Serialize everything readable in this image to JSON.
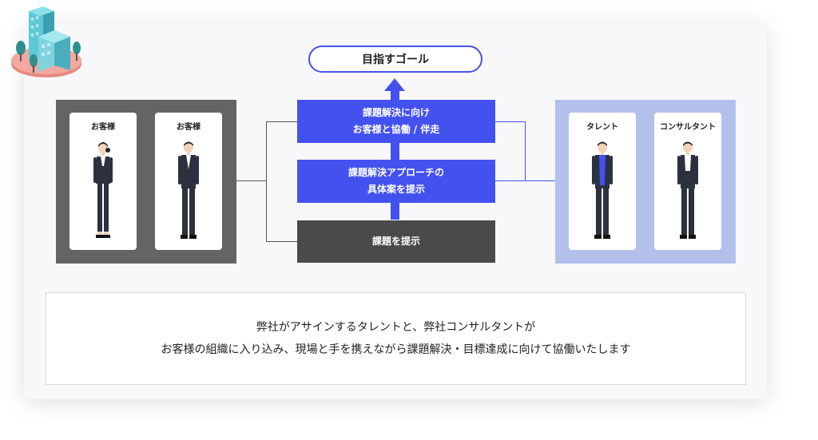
{
  "goal": "目指すゴール",
  "steps": [
    {
      "line1": "課題解決に向け",
      "line2": "お客様と協働 / 伴走"
    },
    {
      "line1": "課題解決アプローチの",
      "line2": "具体案を提示"
    },
    {
      "line1": "課題を提示"
    }
  ],
  "clients": [
    "お客様",
    "お客様"
  ],
  "talents": [
    "タレント",
    "コンサルタント"
  ],
  "description": {
    "line1": "弊社がアサインするタレントと、弊社コンサルタントが",
    "line2": "お客様の組織に入り込み、現場と手を携えながら課題解決・目標達成に向けて協働いたします"
  },
  "colors": {
    "accent": "#4351ef",
    "dark": "#4a4a4a",
    "talent_panel": "#b4c0ec",
    "client_panel": "#646464"
  }
}
